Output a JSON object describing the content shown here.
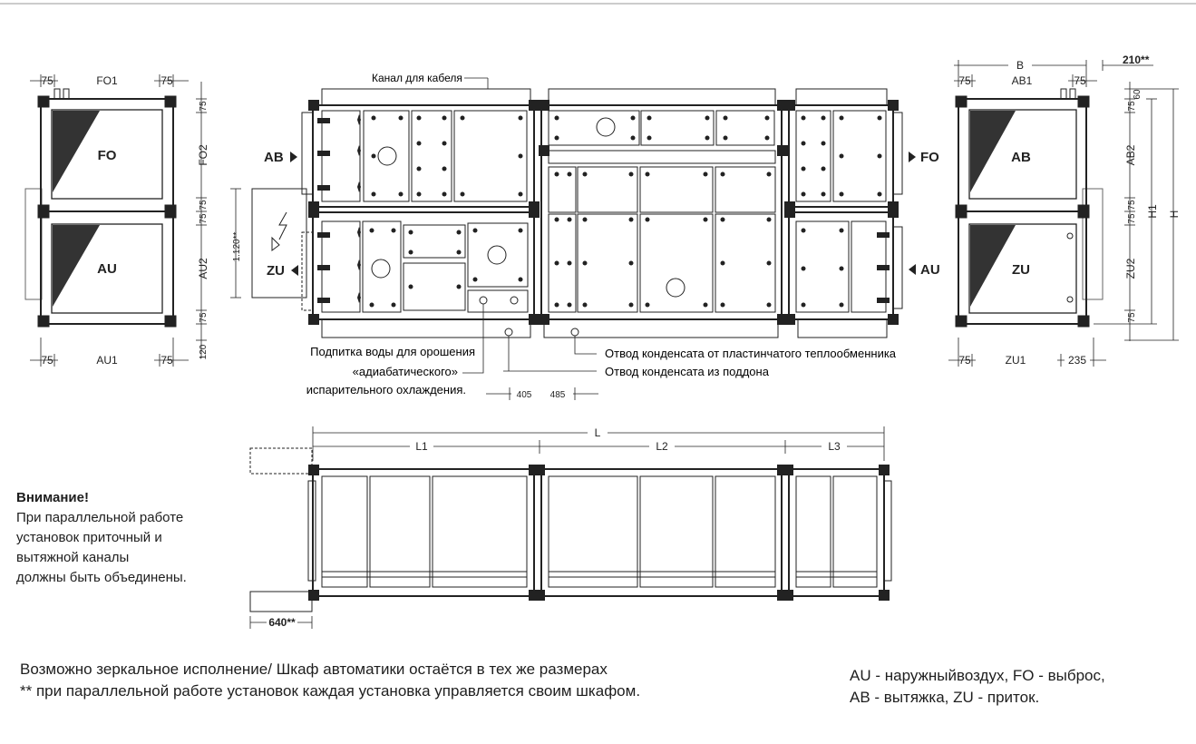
{
  "section_labels": {
    "fo": "FO",
    "au": "AU",
    "ab": "AB",
    "zu": "ZU"
  },
  "arrow_labels": {
    "ab_in": "AB",
    "zu_out": "ZU",
    "fo_out": "FO",
    "au_in": "AU"
  },
  "left_view": {
    "top_dims": [
      "75",
      "FO1",
      "75"
    ],
    "side_dims": [
      "75",
      "FO2",
      "75",
      "75",
      "AU2",
      "75"
    ],
    "bottom_dims": [
      "75",
      "AU1",
      "75"
    ],
    "base_dim": "120"
  },
  "right_view": {
    "top_dims": [
      "75",
      "AB1",
      "75"
    ],
    "width_label": "B",
    "cabinet_dim": "210**",
    "side_dims": [
      "60",
      "75",
      "AB2",
      "75",
      "75",
      "ZU2",
      "75"
    ],
    "height_labels": [
      "H1",
      "H"
    ],
    "bottom_dims": [
      "75",
      "ZU1",
      "235"
    ]
  },
  "front_view": {
    "cable_channel": "Канал для кабеля",
    "cabinet_height": "1.120**",
    "water_supply": [
      "Подпитка воды для орошения",
      "«адиабатического»",
      "испарительного охлаждения."
    ],
    "condensate_plate": "Отвод конденсата от пластинчатого теплообменника",
    "condensate_tray": "Отвод конденсата из поддона",
    "drain_dims": [
      "405",
      "485"
    ]
  },
  "top_view": {
    "length_labels": [
      "L",
      "L1",
      "L2",
      "L3"
    ],
    "cabinet_dim": "640**"
  },
  "warning": {
    "title": "Внимание!",
    "lines": [
      "При параллельной работе",
      "установок приточный и",
      "вытяжной каналы",
      "должны быть объединены."
    ]
  },
  "notes": {
    "line1": "Возможно зеркальное исполнение/ Шкаф автоматики остаётся в тех же размерах",
    "line2": "** при параллельной работе установок каждая установка управляется своим шкафом."
  },
  "legend": {
    "line1": "AU - наружныйвоздух, FO - выброс,",
    "line2": "AB - вытяжка, ZU - приток."
  }
}
